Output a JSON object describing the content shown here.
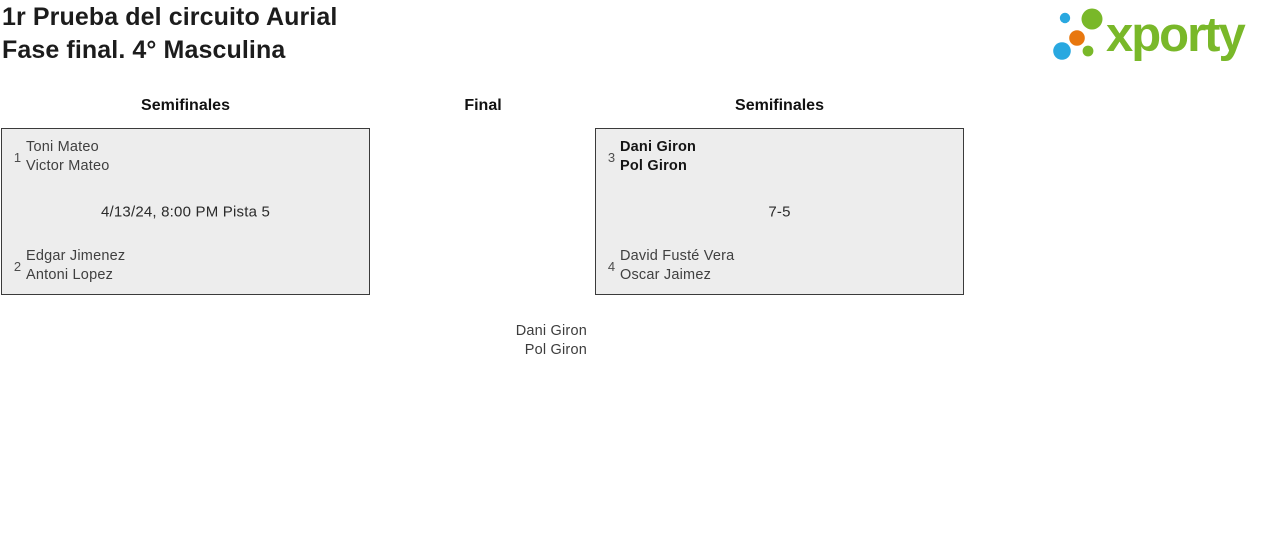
{
  "header": {
    "title_line1": "1r Prueba del circuito Aurial",
    "title_line2": "Fase final. 4° Masculina"
  },
  "logo": {
    "text": "xporty",
    "icon": "xporty-dots-icon",
    "colors": {
      "green": "#79b829",
      "blue": "#29a8e0",
      "orange": "#e8770e"
    }
  },
  "bracket": {
    "columns": [
      {
        "label": "Semifinales"
      },
      {
        "label": "Final"
      },
      {
        "label": "Semifinales"
      }
    ],
    "matches": [
      {
        "team1": {
          "seed": "1",
          "players": [
            "Toni Mateo",
            "Victor Mateo"
          ],
          "winner": false
        },
        "center": "4/13/24, 8:00 PM Pista 5",
        "team2": {
          "seed": "2",
          "players": [
            "Edgar Jimenez",
            "Antoni Lopez"
          ],
          "winner": false
        }
      },
      {
        "team1": {
          "seed": "3",
          "players": [
            "Dani Giron",
            "Pol Giron"
          ],
          "winner": true
        },
        "center": "7-5",
        "team2": {
          "seed": "4",
          "players": [
            "David Fusté Vera",
            "Oscar Jaimez"
          ],
          "winner": false
        }
      }
    ],
    "final": {
      "players": [
        "Dani Giron",
        "Pol Giron"
      ]
    }
  }
}
